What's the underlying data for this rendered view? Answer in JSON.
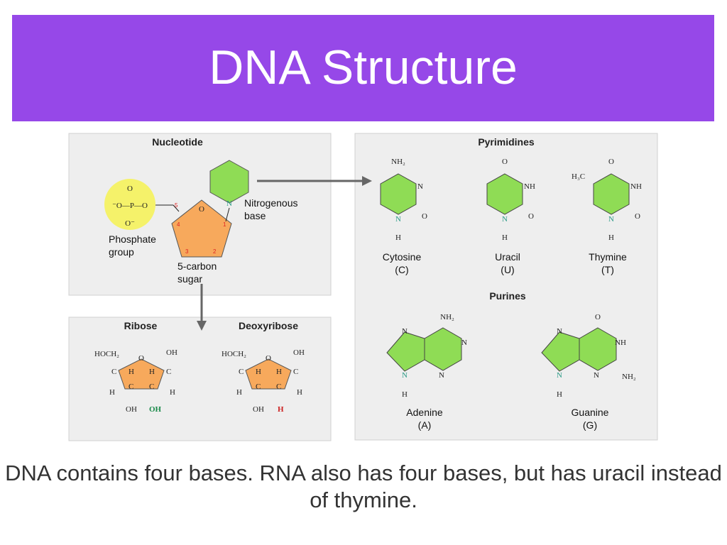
{
  "title": "DNA Structure",
  "colors": {
    "title_bg": "#9648e8",
    "ring_fill": "#8fdc55",
    "sugar_fill": "#f7a95c",
    "phosphate_fill": "#f5f26a",
    "panel_bg": "#eeeeee"
  },
  "nucleotide": {
    "heading": "Nucleotide",
    "phosphate_top": "O",
    "phosphate_row": "⁻O—P—O",
    "phosphate_bottom": "O⁻",
    "phosphate_label_1": "Phosphate",
    "phosphate_label_2": "group",
    "sugar_o": "O",
    "sugar_label_1": "5-carbon",
    "sugar_label_2": "sugar",
    "base_label_1": "Nitrogenous",
    "base_label_2": "base",
    "base_n": "N",
    "c5": "5",
    "c4": "4",
    "c3": "3",
    "c2": "2",
    "c1": "1"
  },
  "sugars": {
    "ribose": {
      "heading": "Ribose",
      "hoch2": "HOCH₂",
      "oh_top": "OH",
      "o": "O",
      "c": "C",
      "h": "H",
      "oh_bottom_left": "OH",
      "oh_bottom_right": "OH"
    },
    "deoxyribose": {
      "heading": "Deoxyribose",
      "hoch2": "HOCH₂",
      "oh_top": "OH",
      "o": "O",
      "c": "C",
      "h": "H",
      "oh_bottom_left": "OH",
      "h_bottom_right": "H"
    }
  },
  "pyrimidines": {
    "heading": "Pyrimidines",
    "cytosine": {
      "name": "Cytosine",
      "abbr": "(C)",
      "nh2": "NH₂",
      "n": "N",
      "o": "O",
      "h": "H"
    },
    "uracil": {
      "name": "Uracil",
      "abbr": "(U)",
      "o": "O",
      "nh": "NH",
      "n": "N",
      "h": "H"
    },
    "thymine": {
      "name": "Thymine",
      "abbr": "(T)",
      "h3c": "H₃C",
      "o": "O",
      "nh": "NH",
      "n": "N",
      "h": "H"
    }
  },
  "purines": {
    "heading": "Purines",
    "adenine": {
      "name": "Adenine",
      "abbr": "(A)",
      "nh2": "NH₂",
      "n": "N",
      "h": "H"
    },
    "guanine": {
      "name": "Guanine",
      "abbr": "(G)",
      "o": "O",
      "nh": "NH",
      "n": "N",
      "nh2": "NH₂",
      "h": "H"
    }
  },
  "caption": "DNA contains four bases. RNA also has four bases, but has uracil instead of thymine."
}
